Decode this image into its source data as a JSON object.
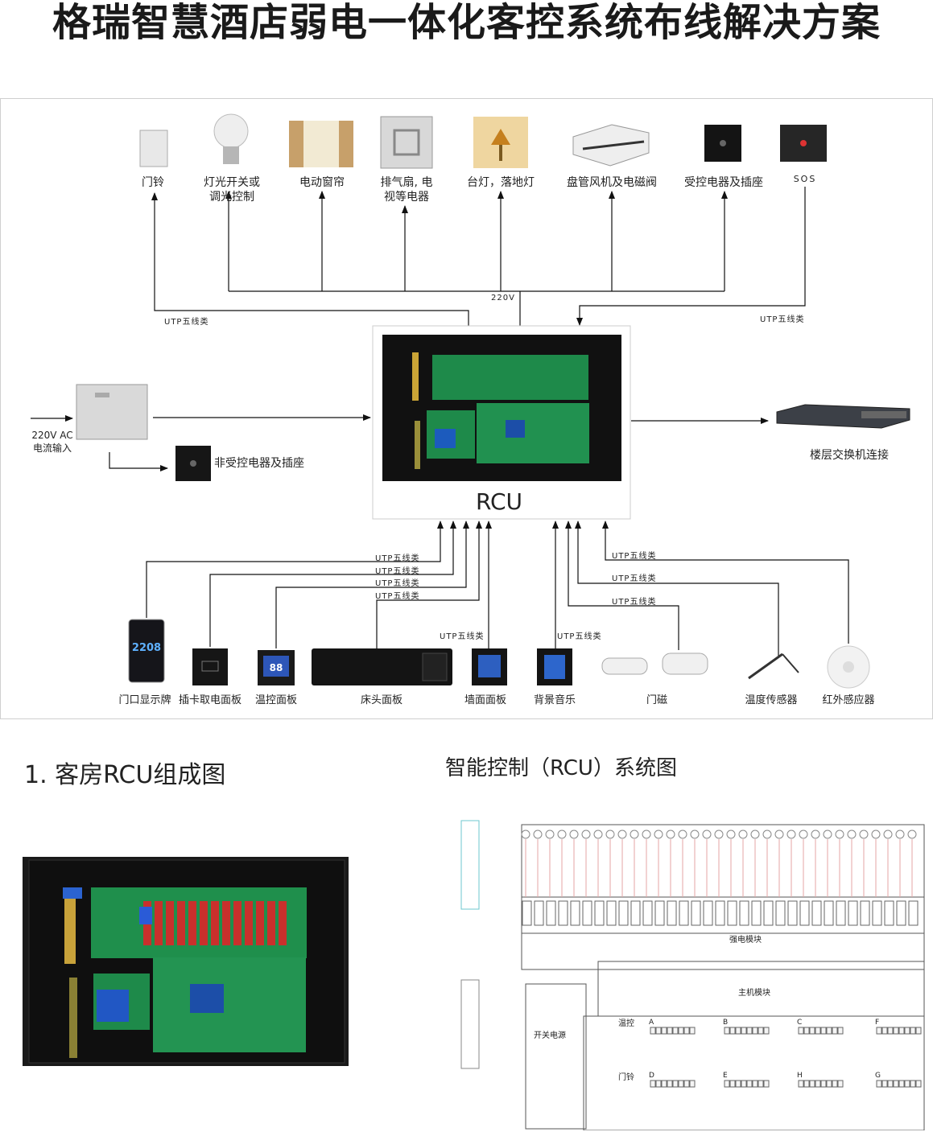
{
  "title": "格瑞智慧酒店弱电一体化客控系统布线解决方案",
  "top_devices": [
    {
      "name": "doorbell",
      "label": "门铃"
    },
    {
      "name": "light-bulb",
      "label": "灯光开关或\n调光控制"
    },
    {
      "name": "curtain",
      "label": "电动窗帘"
    },
    {
      "name": "exhaust-fan",
      "label": "排气扇, 电\n视等电器"
    },
    {
      "name": "table-lamp",
      "label": "台灯，落地灯"
    },
    {
      "name": "fan-coil",
      "label": "盘管风机及电磁阀"
    },
    {
      "name": "controlled-socket",
      "label": "受控电器及插座"
    },
    {
      "name": "sos-button",
      "label": "SOS"
    }
  ],
  "line_labels": {
    "v220": "220V",
    "utp_left": "UTP五线类",
    "utp_right": "UTP五线类",
    "utp_bottom": [
      "UTP五线类",
      "UTP五线类",
      "UTP五线类",
      "UTP五线类",
      "UTP五线类",
      "UTP五线类",
      "UTP五线类",
      "UTP五线类",
      "UTP五线类"
    ]
  },
  "power": {
    "input": "220V AC\n电流输入",
    "socket": "非受控电器及插座"
  },
  "rcu": {
    "label": "RCU"
  },
  "switch": {
    "label": "楼层交换机连接"
  },
  "bottom_devices": [
    {
      "name": "door-display",
      "label": "门口显示牌",
      "value": "2208"
    },
    {
      "name": "card-switch",
      "label": "插卡取电面板"
    },
    {
      "name": "thermostat",
      "label": "温控面板",
      "value": "88"
    },
    {
      "name": "bedside-panel",
      "label": "床头面板"
    },
    {
      "name": "wall-panel",
      "label": "墙面面板"
    },
    {
      "name": "music-panel",
      "label": "背景音乐"
    },
    {
      "name": "door-sensor",
      "label": "门磁"
    },
    {
      "name": "temp-sensor",
      "label": "温度传感器"
    },
    {
      "name": "ir-sensor",
      "label": "红外感应器"
    }
  ],
  "section1": "1. 客房RCU组成图",
  "section2": "智能控制（RCU）系统图",
  "schematic": {
    "strong_module": "强电模块",
    "host_module": "主机模块",
    "power_supply": "开关电源",
    "thermo": "温控",
    "doorbell": "门铃",
    "zones": [
      "A",
      "B",
      "C",
      "D",
      "E",
      "F",
      "G",
      "H"
    ]
  }
}
